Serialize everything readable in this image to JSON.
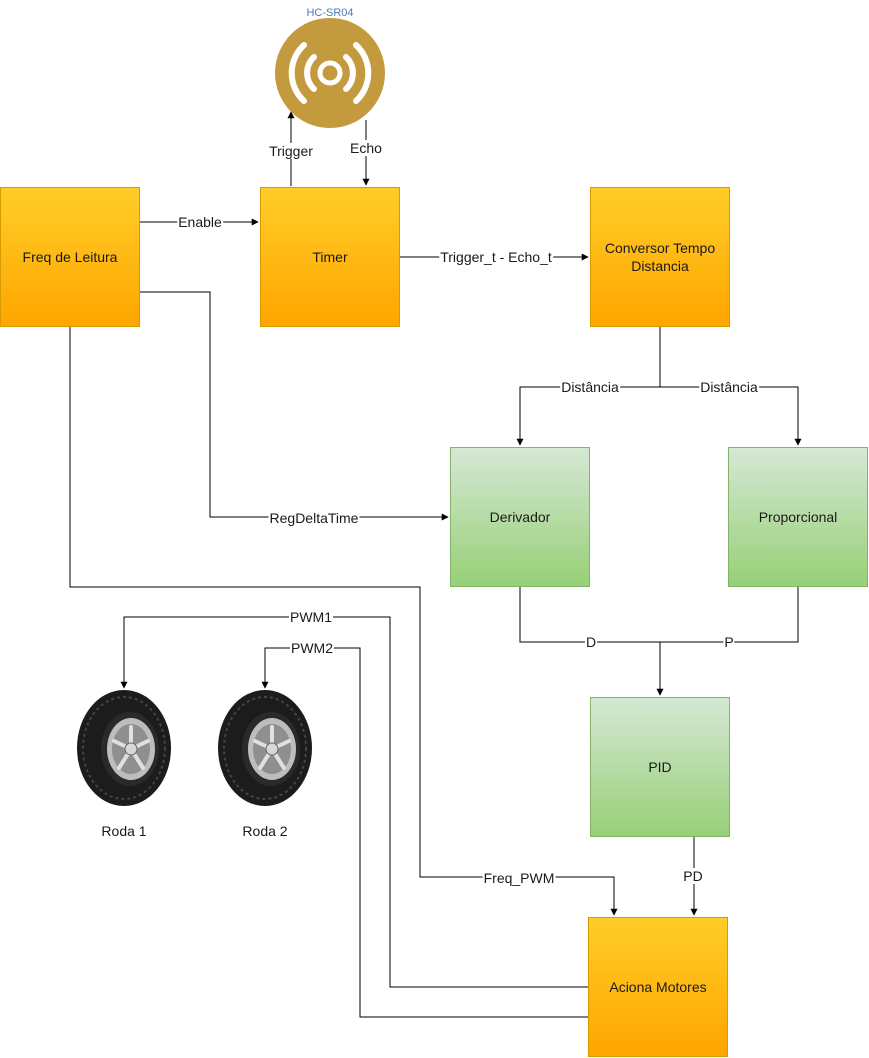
{
  "sensor": {
    "title": "HC-SR04",
    "icon": "signal-broadcast-icon",
    "color": "#c49a3f"
  },
  "boxes": {
    "freq_leitura": "Freq de Leitura",
    "timer": "Timer",
    "conversor": "Conversor Tempo Distancia",
    "derivador": "Derivador",
    "proporcional": "Proporcional",
    "pid": "PID",
    "aciona_motores": "Aciona Motores"
  },
  "edges": {
    "trigger": "Trigger",
    "echo": "Echo",
    "enable": "Enable",
    "trigger_echo": "Trigger_t - Echo_t",
    "distancia_left": "Distância",
    "distancia_right": "Distância",
    "reg_delta_time": "RegDeltaTime",
    "d": "D",
    "p": "P",
    "pd": "PD",
    "freq_pwm": "Freq_PWM",
    "pwm1": "PWM1",
    "pwm2": "PWM2"
  },
  "wheels": [
    {
      "label": "Roda 1",
      "icon": "tire-icon"
    },
    {
      "label": "Roda 2",
      "icon": "tire-icon"
    }
  ],
  "colors": {
    "orange_fill_top": "#ffcd28",
    "orange_fill_bottom": "#ffa500",
    "orange_stroke": "#d79b00",
    "green_fill_top": "#d5e8d4",
    "green_fill_bottom": "#97d077",
    "green_stroke": "#82b366",
    "sensor_gold": "#c49a3f",
    "title_blue": "#4a7bb5"
  }
}
